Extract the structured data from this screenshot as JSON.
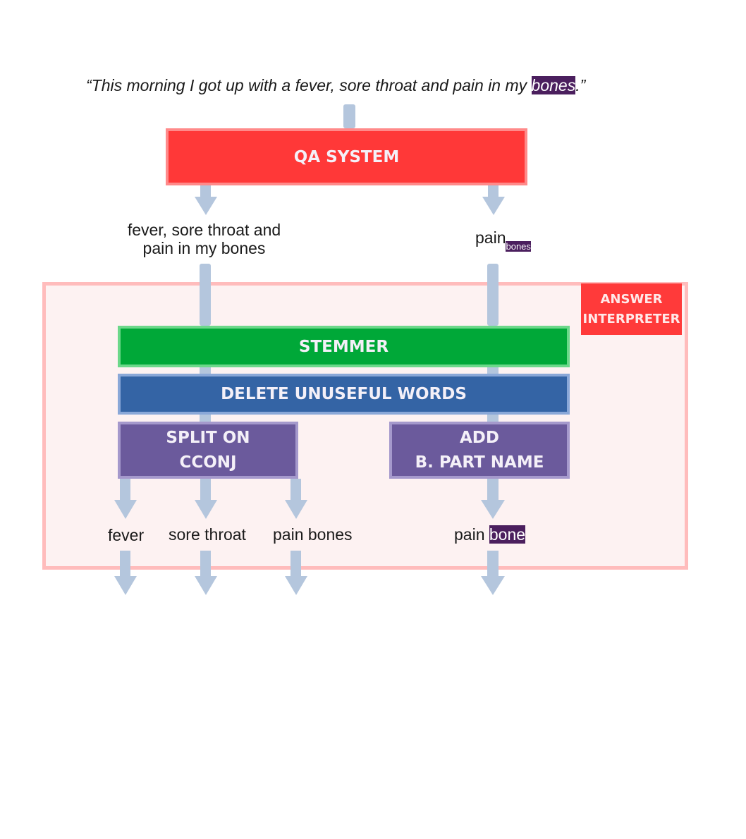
{
  "quote": {
    "before": "“This morning I got up with a fever, sore throat and pain in my ",
    "highlight": "bones",
    "after": ".”"
  },
  "qa_system": {
    "label": "QA SYSTEM"
  },
  "qa_outputs": {
    "left_line1": "fever, sore throat and",
    "left_line2": "pain in my bones",
    "right_word": "pain",
    "right_subscript": "bones"
  },
  "answer_interpreter": {
    "label_line1": "ANSWER",
    "label_line2": "INTERPRETER",
    "stemmer": "STEMMER",
    "delete_unuseful": "DELETE UNUSEFUL WORDS",
    "split_line1": "SPLIT ON",
    "split_line2": "CCONJ",
    "add_line1": "ADD",
    "add_line2": "B. PART NAME"
  },
  "final_outputs": {
    "fever": "fever",
    "sore_throat": "sore throat",
    "pain_bones": "pain bones",
    "pain_word": "pain",
    "pain_highlight": "bone"
  },
  "colors": {
    "arrow": "#b4c6dd",
    "qa_red": "#ff3838",
    "stemmer_green": "#00a838",
    "delete_blue": "#3464a5",
    "split_purple": "#6b5a9c",
    "highlight_purple": "#4b1f5e",
    "panel_bg": "#fdf2f2",
    "panel_border": "#ffbcbc"
  }
}
